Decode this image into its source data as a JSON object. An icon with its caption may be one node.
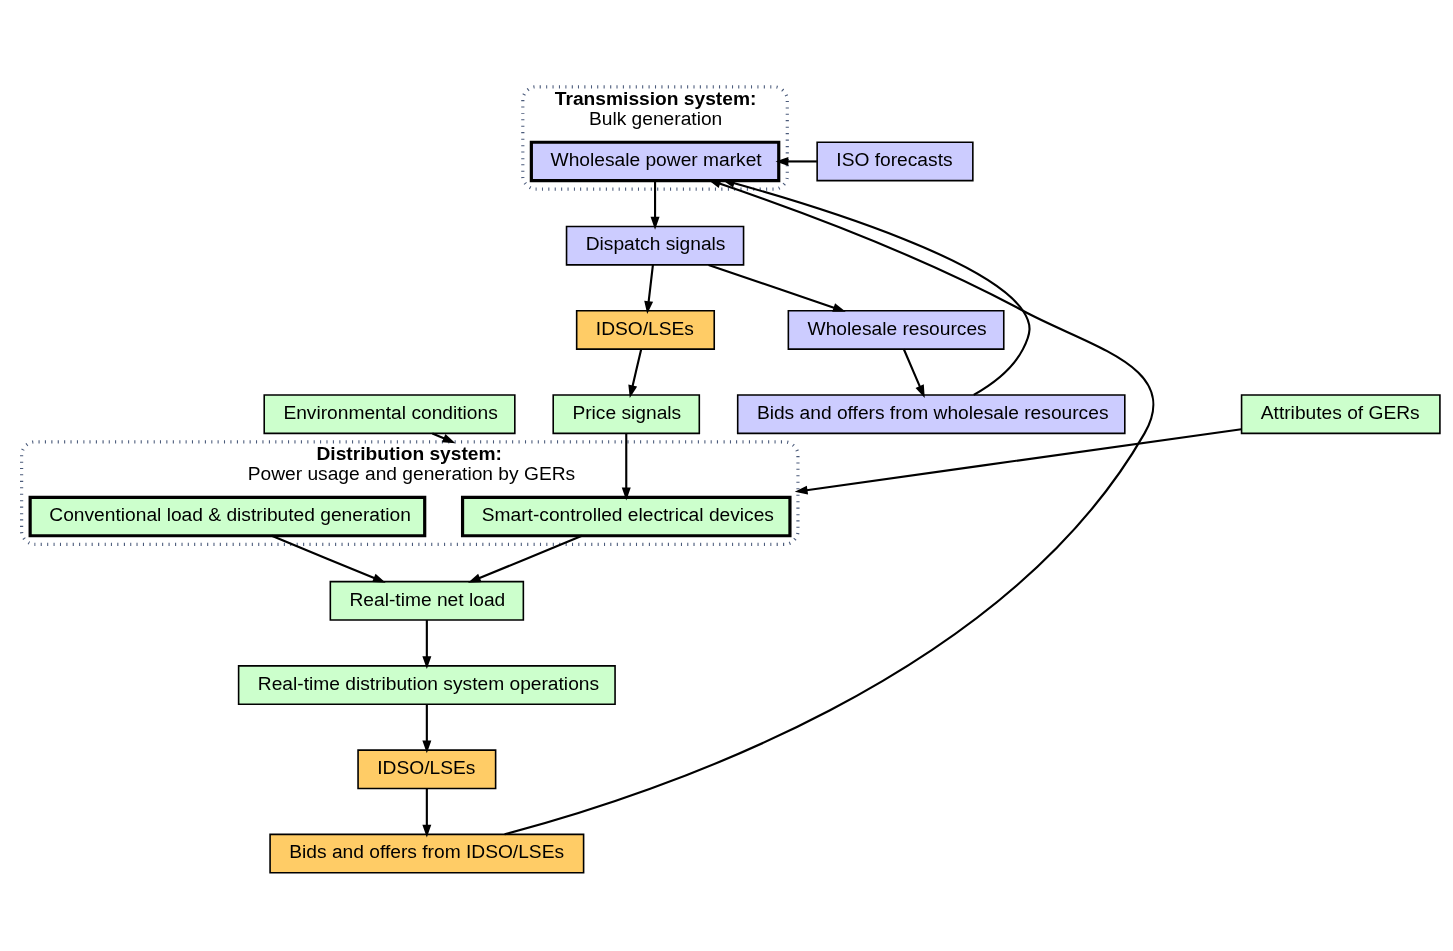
{
  "diagram": {
    "nodes": [
      {
        "text": [
          "Environmental conditions"
        ]
      },
      {
        "text": [
          "Attributes of GERs"
        ]
      },
      {
        "text": [
          "Price signals"
        ]
      },
      {
        "text": [
          "Distribution system:",
          "Power usage and generation by GERs"
        ]
      },
      {
        "text": [
          "Smart-controlled electrical devices"
        ],
        "in": 3
      },
      {
        "text": [
          "Conventional load & distributed generation"
        ],
        "in": 3
      },
      {
        "text": [
          "Real-time net load"
        ]
      },
      {
        "text": [
          "Real-time distribution system operations"
        ]
      },
      {
        "text": [
          "IDSO/LSEs"
        ]
      },
      {
        "text": [
          "IDSO/LSEs"
        ]
      },
      {
        "text": [
          "Transmission system:",
          "Bulk generation"
        ]
      },
      {
        "text": [
          "Wholesale power market"
        ],
        "in": 10
      },
      {
        "text": [
          "Dispatch signals"
        ]
      },
      {
        "text": [
          "Wholesale resources"
        ]
      },
      {
        "text": [
          "Bids and offers from IDSO/LSEs"
        ]
      },
      {
        "text": [
          "ISO forecasts"
        ]
      },
      {
        "text": [
          "Bids and offers from wholesale resources"
        ]
      }
    ],
    "edges": [
      {
        "from": 0,
        "to": 3,
        "arrow": "to"
      },
      {
        "from": 1,
        "to": 3,
        "arrow": "to"
      },
      {
        "from": 2,
        "to": 4,
        "arrow": "to"
      },
      {
        "from": 4,
        "to": 6,
        "arrow": "to"
      },
      {
        "from": 5,
        "to": 6,
        "arrow": "to"
      },
      {
        "from": 6,
        "to": 7,
        "arrow": "to"
      },
      {
        "from": 7,
        "to": 9,
        "arrow": "to"
      },
      {
        "from": 9,
        "to": 14,
        "arrow": "to"
      },
      {
        "from": 14,
        "to": 11,
        "arrow": "to"
      },
      {
        "from": 15,
        "to": 11,
        "arrow": "to"
      },
      {
        "from": 16,
        "to": 11,
        "arrow": "to"
      },
      {
        "from": 11,
        "to": 12,
        "arrow": "to"
      },
      {
        "from": 12,
        "to": 8,
        "arrow": "to"
      },
      {
        "from": 8,
        "to": 2,
        "arrow": "to"
      },
      {
        "from": 12,
        "to": 13,
        "arrow": "to"
      },
      {
        "from": 13,
        "to": 16,
        "arrow": "to"
      }
    ]
  }
}
